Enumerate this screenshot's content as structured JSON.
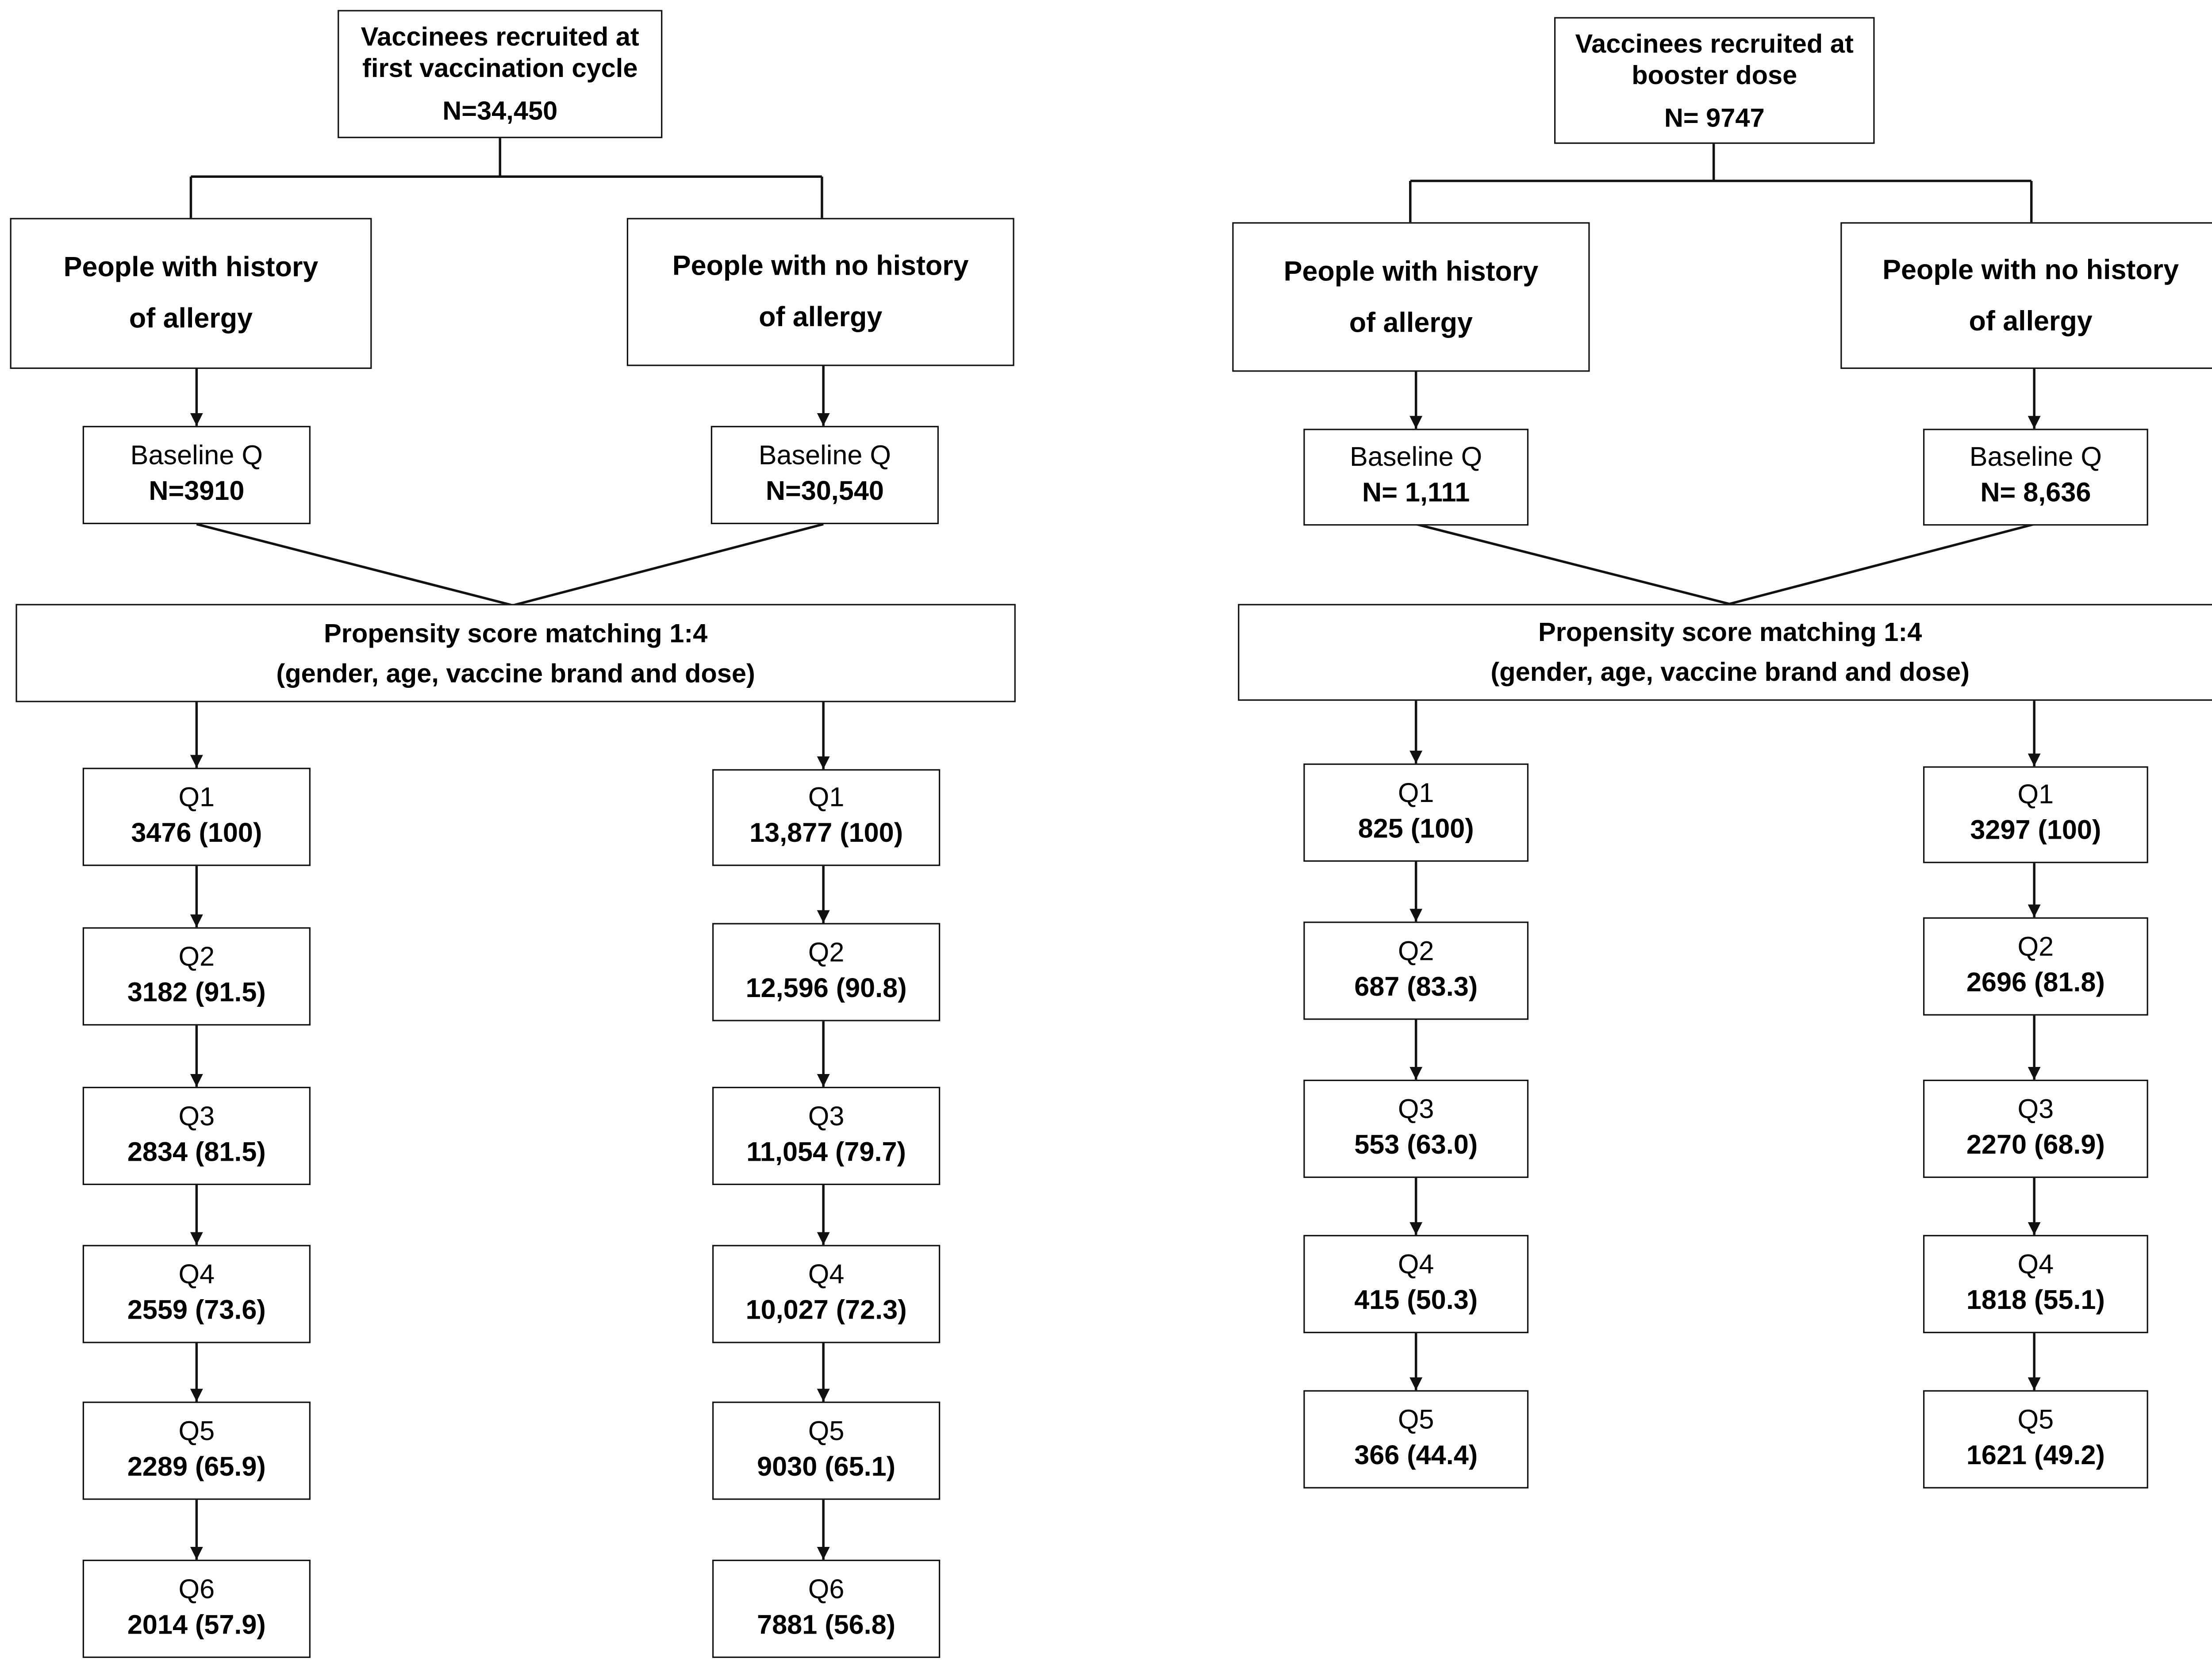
{
  "left": {
    "top": {
      "line1": "Vaccinees recruited at",
      "line2": "first vaccination cycle",
      "n": "N=34,450"
    },
    "allergy": {
      "line1": "People with history",
      "line2": "of allergy"
    },
    "no_allergy": {
      "line1": "People with no history",
      "line2": "of allergy"
    },
    "baseline_allergy": {
      "label": "Baseline Q",
      "value": "N=3910"
    },
    "baseline_no_allergy": {
      "label": "Baseline Q",
      "value": "N=30,540"
    },
    "matching": {
      "line1": "Propensity score matching 1:4",
      "line2": "(gender, age, vaccine brand and dose)"
    },
    "allergy_followup": [
      {
        "label": "Q1",
        "value": "3476 (100)"
      },
      {
        "label": "Q2",
        "value": "3182 (91.5)"
      },
      {
        "label": "Q3",
        "value": "2834 (81.5)"
      },
      {
        "label": "Q4",
        "value": "2559 (73.6)"
      },
      {
        "label": "Q5",
        "value": "2289 (65.9)"
      },
      {
        "label": "Q6",
        "value": "2014 (57.9)"
      }
    ],
    "no_allergy_followup": [
      {
        "label": "Q1",
        "value": "13,877 (100)"
      },
      {
        "label": "Q2",
        "value": "12,596 (90.8)"
      },
      {
        "label": "Q3",
        "value": "11,054 (79.7)"
      },
      {
        "label": "Q4",
        "value": "10,027 (72.3)"
      },
      {
        "label": "Q5",
        "value": "9030 (65.1)"
      },
      {
        "label": "Q6",
        "value": "7881 (56.8)"
      }
    ]
  },
  "right": {
    "top": {
      "line1": "Vaccinees recruited at",
      "line2": "booster dose",
      "n": "N= 9747"
    },
    "allergy": {
      "line1": "People with history",
      "line2": "of allergy"
    },
    "no_allergy": {
      "line1": "People with no history",
      "line2": "of allergy"
    },
    "baseline_allergy": {
      "label": "Baseline Q",
      "value": "N= 1,111"
    },
    "baseline_no_allergy": {
      "label": "Baseline Q",
      "value": "N= 8,636"
    },
    "matching": {
      "line1": "Propensity score matching 1:4",
      "line2": "(gender, age, vaccine brand and dose)"
    },
    "allergy_followup": [
      {
        "label": "Q1",
        "value": "825 (100)"
      },
      {
        "label": "Q2",
        "value": "687 (83.3)"
      },
      {
        "label": "Q3",
        "value": "553 (63.0)"
      },
      {
        "label": "Q4",
        "value": "415 (50.3)"
      },
      {
        "label": "Q5",
        "value": "366 (44.4)"
      }
    ],
    "no_allergy_followup": [
      {
        "label": "Q1",
        "value": "3297 (100)"
      },
      {
        "label": "Q2",
        "value": "2696 (81.8)"
      },
      {
        "label": "Q3",
        "value": "2270 (68.9)"
      },
      {
        "label": "Q4",
        "value": "1818 (55.1)"
      },
      {
        "label": "Q5",
        "value": "1621 (49.2)"
      }
    ]
  }
}
